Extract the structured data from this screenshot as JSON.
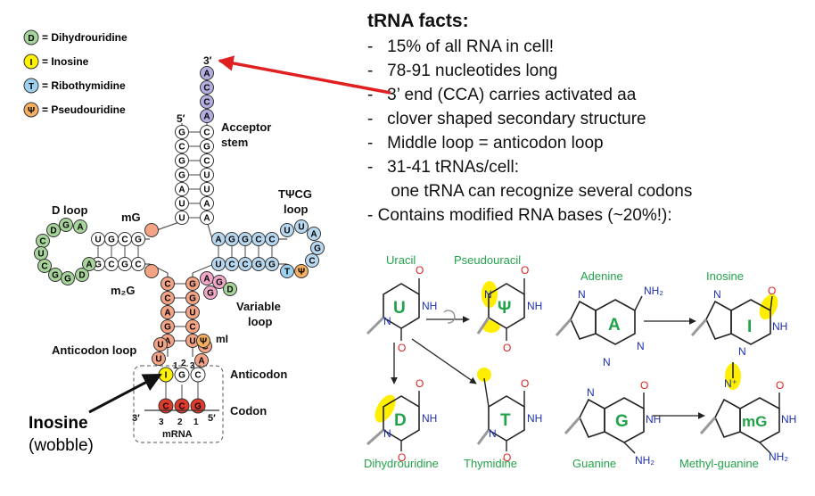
{
  "legend": [
    {
      "letter": "D",
      "text": "= Dihydrouridine",
      "color": "#a6d49a"
    },
    {
      "letter": "I",
      "text": "= Inosine",
      "color": "#fff200"
    },
    {
      "letter": "T",
      "text": "= Ribothymidine",
      "color": "#9ed0ef"
    },
    {
      "letter": "Ψ",
      "text": "= Pseudouridine",
      "color": "#f4b060"
    }
  ],
  "trna_labels": {
    "three_prime": "3′",
    "five_prime": "5′",
    "acceptor": "Acceptor",
    "stem": "stem",
    "d_loop": "D loop",
    "mG": "mG",
    "m2G": "m₂G",
    "tpsicg": "TΨCG",
    "loop": "loop",
    "variable": "Variable",
    "variable_loop": "loop",
    "anticodon_loop": "Anticodon loop",
    "mI": "mI",
    "anticodon": "Anticodon",
    "codon": "Codon",
    "mrna": "mRNA",
    "mrna_3": "3′",
    "mrna_5": "5′",
    "positions_top": [
      "1",
      "2",
      "3"
    ],
    "positions_bottom": [
      "3",
      "2",
      "1"
    ]
  },
  "acceptor_tail": [
    "A",
    "C",
    "C",
    "A"
  ],
  "acceptor_left": [
    "G",
    "C",
    "G",
    "G",
    "A",
    "U",
    "U"
  ],
  "acceptor_right": [
    "C",
    "G",
    "C",
    "U",
    "U",
    "A",
    "A"
  ],
  "d_stem_top": [
    "U",
    "G",
    "C",
    "G"
  ],
  "d_stem_bottom": [
    "G",
    "C",
    "G",
    "C"
  ],
  "d_loop_nts": [
    "D",
    "G",
    "A",
    "C",
    "U",
    "C",
    "G",
    "G",
    "D",
    "A"
  ],
  "t_stem_top": [
    "A",
    "G",
    "G",
    "C",
    "C"
  ],
  "t_stem_bottom": [
    "U",
    "C",
    "C",
    "G",
    "G"
  ],
  "t_loop_nts": [
    "U",
    "U",
    "A",
    "G",
    "C"
  ],
  "t_mod": [
    "T",
    "Ψ"
  ],
  "anticodon_stem_left": [
    "C",
    "C",
    "A",
    "G",
    "A"
  ],
  "anticodon_stem_right": [
    "G",
    "G",
    "U",
    "C",
    "U"
  ],
  "variable_nts": [
    "A",
    "G",
    "G",
    "D"
  ],
  "anticodon_loop_nts": [
    "U",
    "U",
    "C",
    "A"
  ],
  "psi_mod": "Ψ",
  "anticodon_bases": [
    "I",
    "G",
    "C"
  ],
  "codon_bases": [
    "C",
    "C",
    "G"
  ],
  "inosine_callout": {
    "title": "Inosine",
    "subtitle": "(wobble)"
  },
  "facts": {
    "title": "tRNA facts:",
    "lines": [
      "-   15% of all RNA in cell!",
      "-   78-91 nucleotides long",
      "-   3’ end (CCA) carries activated aa",
      "-   clover shaped secondary structure",
      "-   Middle loop = anticodon loop",
      "-   31-41 tRNAs/cell:",
      "     one tRNA can recognize several codons",
      "- Contains modified RNA bases (~20%!):"
    ]
  },
  "bases": {
    "uracil": {
      "name": "Uracil",
      "letter": "U"
    },
    "pseudouracil": {
      "name": "Pseudouracil",
      "letter": "Ψ"
    },
    "dihydrouridine": {
      "name": "Dihydrouridine",
      "letter": "D"
    },
    "thymidine": {
      "name": "Thymidine",
      "letter": "T"
    },
    "adenine": {
      "name": "Adenine",
      "letter": "A",
      "group": "NH₂"
    },
    "inosine": {
      "name": "Inosine",
      "letter": "I"
    },
    "guanine": {
      "name": "Guanine",
      "letter": "G",
      "group": "NH₂"
    },
    "methyl_guanine": {
      "name": "Methyl-guanine",
      "letter": "mG",
      "group": "NH₂"
    },
    "atoms": {
      "N": "N",
      "O": "O",
      "NH": "NH",
      "Nplus": "N⁺"
    }
  },
  "colors": {
    "accent_green": "#22a34a",
    "arrow_red": "#e02020",
    "highlight_yellow": "#ffee00",
    "acceptor_purple": "#b3aee0",
    "d_green": "#a6d49a",
    "t_blue": "#b8d8f0",
    "anticodon_salmon": "#f4a384",
    "variable_pink": "#f0a7c8",
    "codon_red": "#e03a2a"
  }
}
